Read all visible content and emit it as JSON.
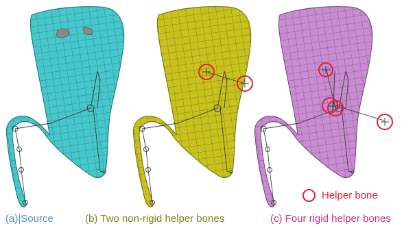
{
  "figure": {
    "captions": {
      "a": "(a)|Source",
      "b": "(b) Two non-rigid helper bones",
      "c": "(c) Four rigid helper bones"
    },
    "legend": {
      "label": "Helper bone",
      "marker": "red-circle"
    },
    "colors": {
      "panel_a_mesh": "#45c8cc",
      "panel_b_mesh": "#c9c21c",
      "panel_c_mesh": "#c98bd1",
      "wireframe": "#3a3a3a",
      "caption_a": "#4a90c8",
      "caption_b": "#8a7f1a",
      "caption_c": "#c0308a",
      "helper_bone": "#e02030"
    }
  }
}
